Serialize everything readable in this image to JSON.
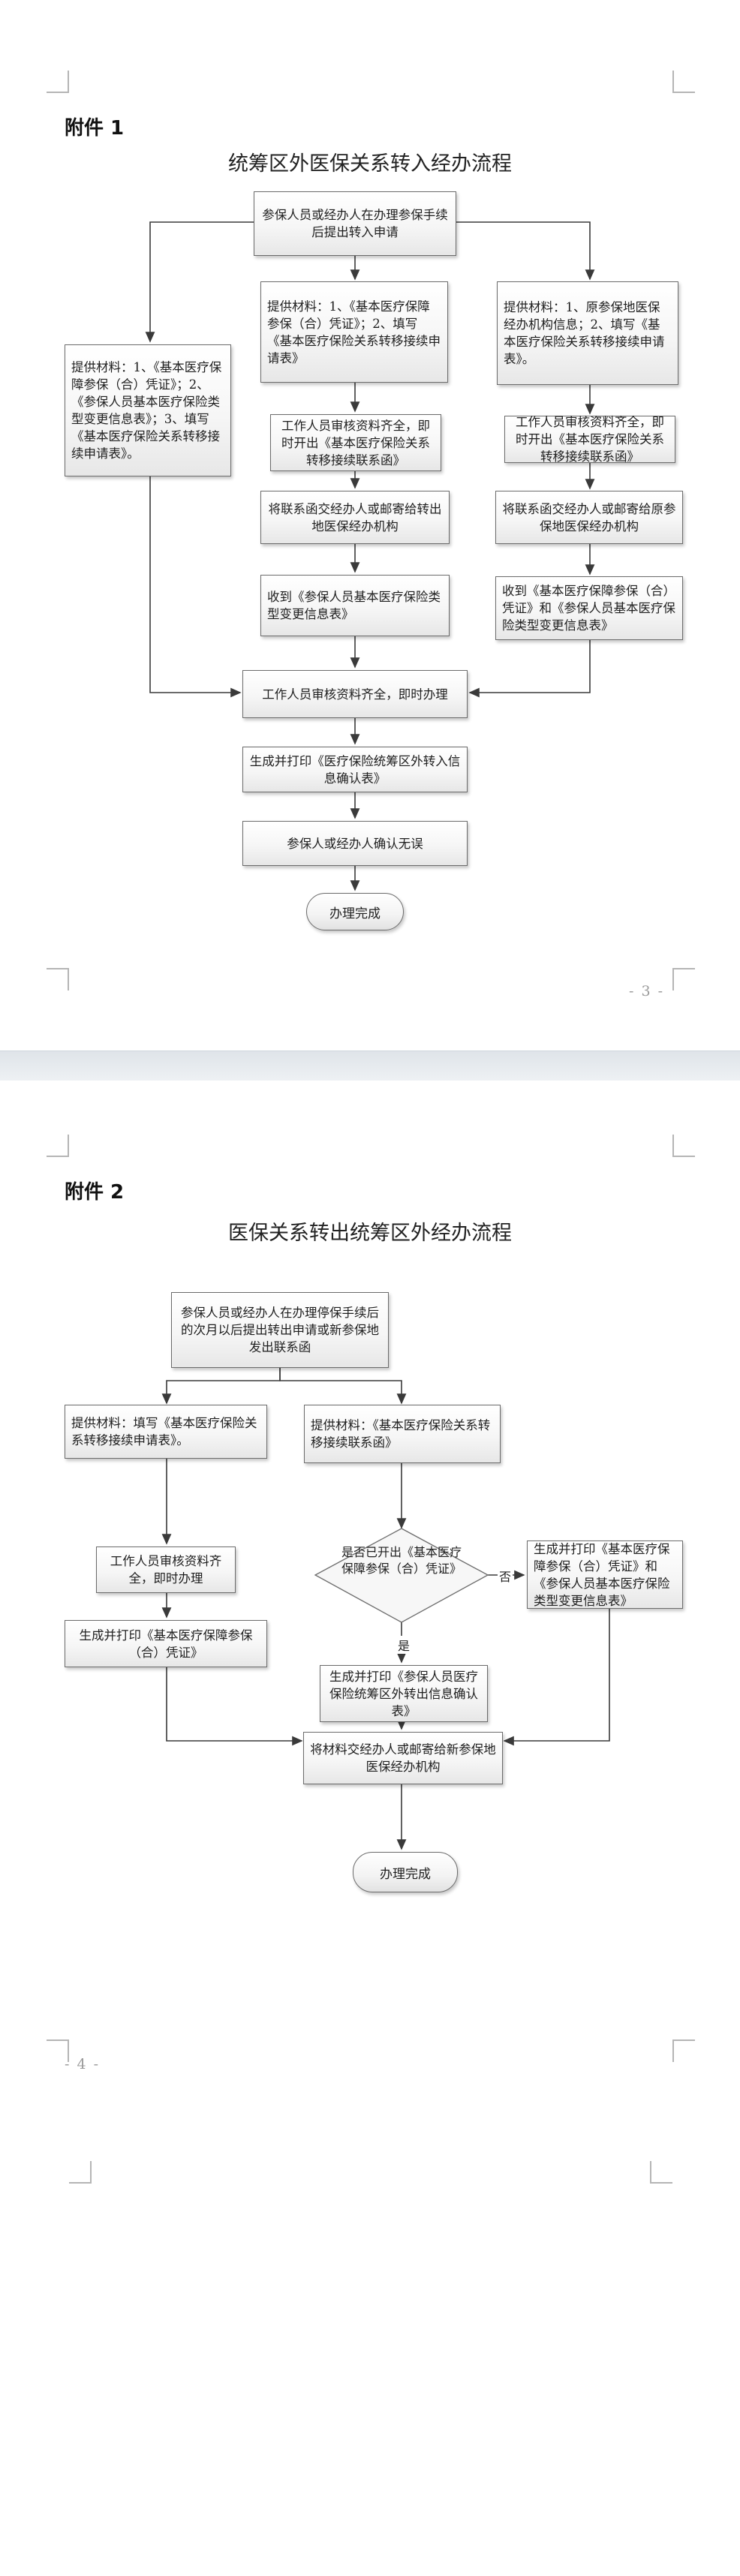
{
  "page1": {
    "attachment_label": "附件 1",
    "title": "统筹区外医保关系转入经办流程",
    "page_number": "- 3 -",
    "nodes": {
      "start": "参保人员或经办人在办理参保手续后提出转入申请",
      "left_materials": "提供材料：1、《基本医疗保障参保（合）凭证》；2、《参保人员基本医疗保险类型变更信息表》；3、填写《基本医疗保险关系转移接续申请表》。",
      "mid_materials": "提供材料：1、《基本医疗保障参保（合）凭证》；2、填写《基本医疗保险关系转移接续申请表》",
      "right_materials": "提供材料：1、原参保地医保经办机构信息；2、填写《基本医疗保险关系转移接续申请表》。",
      "mid_review": "工作人员审核资料齐全，即时开出《基本医疗保险关系转移接续联系函》",
      "right_review": "工作人员审核资料齐全，即时开出《基本医疗保险关系转移接续联系函》",
      "mid_mail": "将联系函交经办人或邮寄给转出地医保经办机构",
      "right_mail": "将联系函交经办人或邮寄给原参保地医保经办机构",
      "mid_receive": "收到《参保人员基本医疗保险类型变更信息表》",
      "right_receive": "收到《基本医疗保障参保（合）凭证》和《参保人员基本医疗保险类型变更信息表》",
      "process": "工作人员审核资料齐全，即时办理",
      "print": "生成并打印《医疗保险统筹区外转入信息确认表》",
      "confirm": "参保人或经办人确认无误",
      "end": "办理完成"
    }
  },
  "page2": {
    "attachment_label": "附件 2",
    "title": "医保关系转出统筹区外经办流程",
    "page_number": "- 4 -",
    "nodes": {
      "start": "参保人员或经办人在办理停保手续后的次月以后提出转出申请或新参保地发出联系函",
      "left_materials": "提供材料：填写《基本医疗保险关系转移接续申请表》。",
      "mid_materials": "提供材料：《基本医疗保险关系转移接续联系函》",
      "left_review": "工作人员审核资料齐全，即时办理",
      "left_print": "生成并打印《基本医疗保障参保（合）凭证》",
      "decision": "是否已开出《基本医疗保障参保（合）凭证》",
      "no_label": "否",
      "yes_label": "是",
      "right_print": "生成并打印《基本医疗保障参保（合）凭证》和《参保人员基本医疗保险类型变更信息表》",
      "mid_print": "生成并打印《参保人员医疗保险统筹区外转出信息确认表》",
      "mail": "将材料交经办人或邮寄给新参保地医保经办机构",
      "end": "办理完成"
    }
  }
}
